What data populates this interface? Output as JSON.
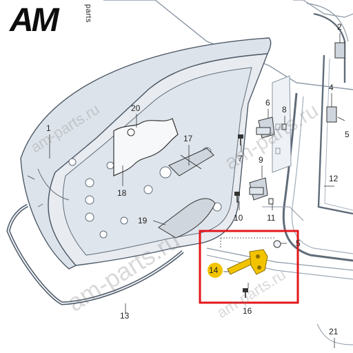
{
  "logo": {
    "brand": "AM",
    "suffix": "parts"
  },
  "watermarks": [
    "am-parts.ru",
    "am-parts.ru",
    "am-parts.ru",
    "am-parts.ru"
  ],
  "highlight_color": "#e3161a",
  "highlight_part_fill": "#f2c400",
  "callouts": {
    "p1": "1",
    "p2": "2",
    "p4": "4",
    "p5a": "5",
    "p5b": "5",
    "p6": "6",
    "p7": "7",
    "p8": "8",
    "p9": "9",
    "p10": "10",
    "p11": "11",
    "p12": "12",
    "p13": "13",
    "p14": "14",
    "p16": "16",
    "p17": "17",
    "p18": "18",
    "p19": "19",
    "p20": "20",
    "p21": "21"
  }
}
